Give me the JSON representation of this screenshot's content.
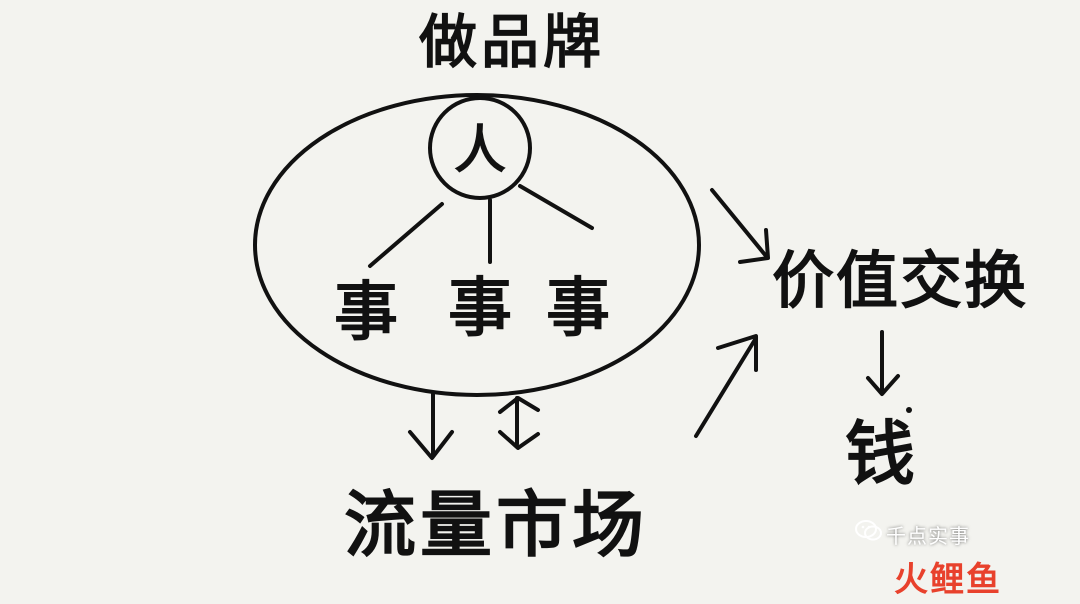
{
  "diagram": {
    "top_label": "做品牌",
    "center_node": "人",
    "branch_items": [
      "事",
      "事",
      "事"
    ],
    "value_exchange": "价值交换",
    "money": "钱",
    "traffic_market": "流量市场"
  },
  "watermark": {
    "account_name": "千点实事",
    "logo_text": "火鲤鱼"
  },
  "colors": {
    "paper": "#f3f3ef",
    "ink": "#111111",
    "logo_red": "#e8412c",
    "logo_blue": "#3a7bd5"
  }
}
